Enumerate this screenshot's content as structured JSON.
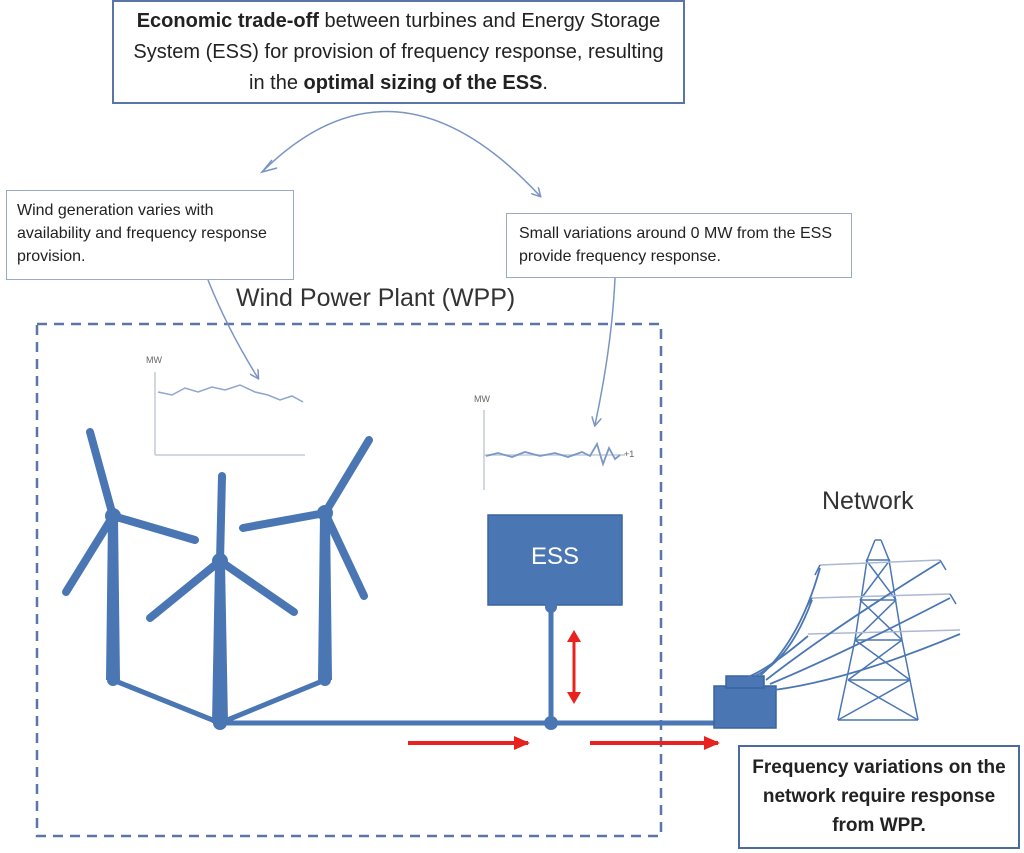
{
  "top_box": {
    "bold1": "Economic trade-off",
    "text1": " between turbines and Energy Storage System (ESS) for provision of frequency response, resulting in the ",
    "bold2": "optimal sizing of the ESS",
    "text2": "."
  },
  "left_box": {
    "text": "Wind generation varies with availability and frequency response provision."
  },
  "right_box": {
    "text": "Small variations around 0 MW from the ESS provide frequency response."
  },
  "bottom_box": {
    "text": "Frequency variations on the network require response from WPP."
  },
  "wpp_label": "Wind Power Plant (WPP)",
  "network_label": "Network",
  "ess_label": "ESS",
  "graph_axis_label": "MW",
  "graph_axis_label_ess": "MW",
  "graph_tick_label": "+1",
  "colors": {
    "primary": "#4a76b4",
    "accent": "#e8221f",
    "border": "#5a76a8"
  }
}
